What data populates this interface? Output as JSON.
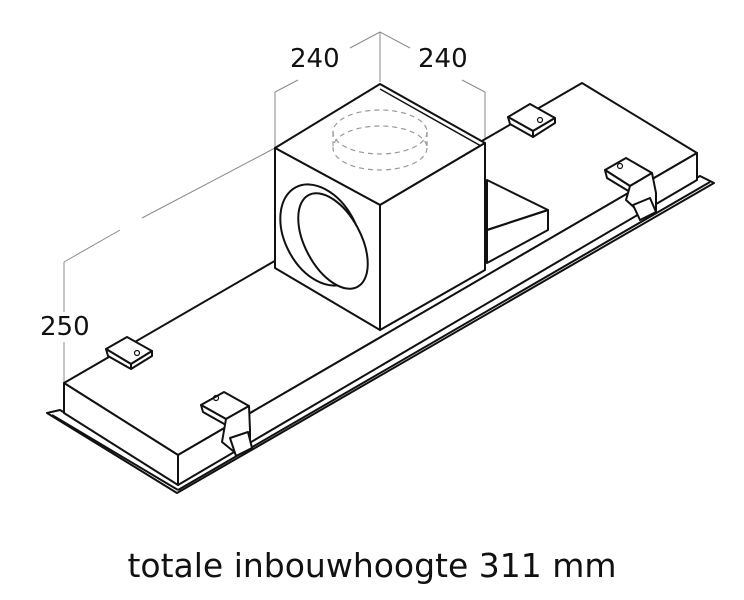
{
  "diagram": {
    "type": "isometric technical drawing",
    "subject": "built-in cooker hood housing with motor box",
    "dimensions": {
      "width_left": "240",
      "width_right": "240",
      "height": "250"
    },
    "caption": "totale inbouwhoogte 311 mm",
    "colors": {
      "line": "#111111",
      "dimension_line": "#888888",
      "hidden_line": "#999999",
      "background": "#ffffff"
    }
  }
}
